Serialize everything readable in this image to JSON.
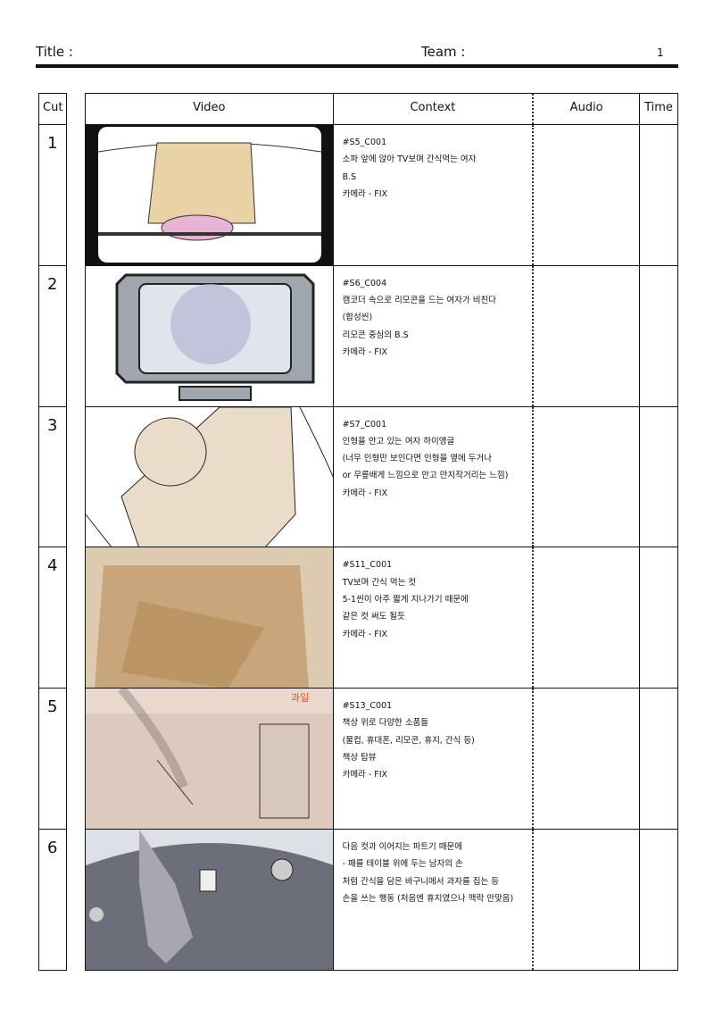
{
  "header": {
    "title_label": "Title :",
    "team_label": "Team :",
    "page_number": "1"
  },
  "columns": {
    "cut": "Cut",
    "video": "Video",
    "context": "Context",
    "audio": "Audio",
    "time": "Time"
  },
  "rows": [
    {
      "cut": "1",
      "context": [
        "#S5_C001",
        "소파 앞에 앉아 TV보며 간식먹는 여자",
        "B.S",
        "",
        "카메라 - FIX"
      ]
    },
    {
      "cut": "2",
      "context": [
        "#S6_C004",
        "캠코더 속으로 리모콘을 드는 여자가 비친다",
        "(합성씬)",
        "",
        "리모콘 중심의 B.S",
        "",
        "카메라 - FIX"
      ]
    },
    {
      "cut": "3",
      "context": [
        "#S7_C001",
        "인형을 안고 있는 여자 하이앵글",
        "(너무 인형만 보인다면 인형을 옆에 두거나",
        "or 무릎배게 느낌으로 안고 만지작거리는 느낌)",
        "",
        "카메라 - FIX"
      ]
    },
    {
      "cut": "4",
      "context": [
        "#S11_C001",
        "TV보며 간식 먹는 컷",
        "5-1씬이 아주 짧게 지나가기 때문에",
        "같은 컷 써도 될듯",
        "",
        "카메라 - FIX"
      ]
    },
    {
      "cut": "5",
      "context": [
        "#S13_C001",
        "책상 위로 다양한 소품들",
        "(물컵, 휴대폰, 리모콘, 휴지, 간식 등)",
        "",
        "",
        "책상 탑뷰",
        "카메라 - FIX"
      ],
      "annotation": "과일"
    },
    {
      "cut": "6",
      "context": [
        "다음 컷과 이어지는 파트기 때문에",
        "",
        "- 패를 테이블 위에 두는 남자의 손",
        "",
        "처럼 간식을 담은 바구니에서 과자를 집는 등",
        "손을 쓰는 행동 (처음엔 휴지였으나 맥락 안맞음)"
      ]
    }
  ]
}
